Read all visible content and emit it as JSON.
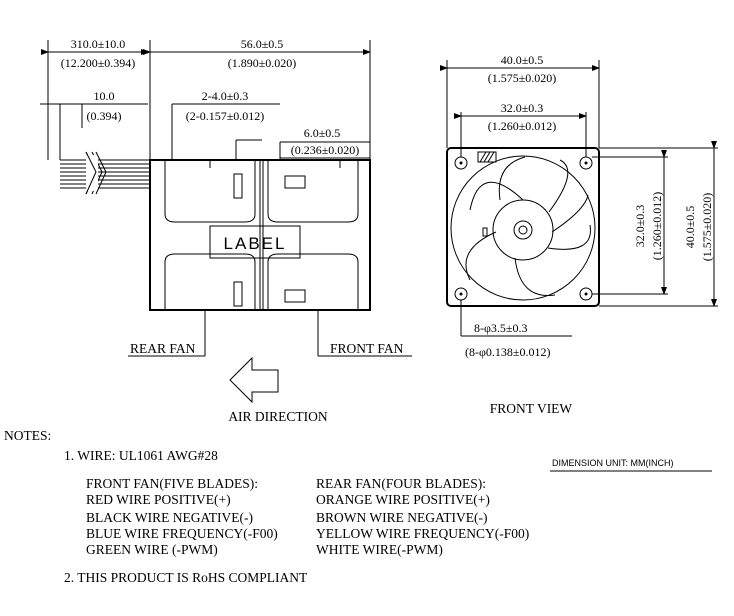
{
  "dims": {
    "wire_len": "310.0±10.0",
    "wire_len_in": "(12.200±0.394)",
    "body_len": "56.0±0.5",
    "body_len_in": "(1.890±0.020)",
    "strip": "10.0",
    "strip_in": "(0.394)",
    "holes": "2-4.0±0.3",
    "holes_in": "(2-0.157±0.012)",
    "offset": "6.0±0.5",
    "offset_in": "(0.236±0.020)",
    "width": "40.0±0.5",
    "width_in": "(1.575±0.020)",
    "pitch": "32.0±0.3",
    "pitch_in": "(1.260±0.012)",
    "v_pitch": "32.0±0.3",
    "v_pitch_in": "(1.260±0.012)",
    "v_width": "40.0±0.5",
    "v_width_in": "(1.575±0.020)",
    "mount": "8-φ3.5±0.3",
    "mount_in": "(8-φ0.138±0.012)"
  },
  "labels": {
    "label_box": "LABEL",
    "rear_fan": "REAR FAN",
    "front_fan": "FRONT FAN",
    "air_direction": "AIR DIRECTION",
    "front_view": "FRONT VIEW",
    "dimension_unit": "DIMENSION UNIT: MM(INCH)"
  },
  "notes": {
    "heading": "NOTES:",
    "n1": "1. WIRE: UL1061 AWG#28",
    "front_title": "FRONT FAN(FIVE BLADES):",
    "front_red": "RED WIRE POSITIVE(+)",
    "front_black": "BLACK WIRE NEGATIVE(-)",
    "front_blue": "BLUE WIRE FREQUENCY(-F00)",
    "front_green": "GREEN WIRE (-PWM)",
    "rear_title": "REAR FAN(FOUR BLADES):",
    "rear_orange": "ORANGE WIRE POSITIVE(+)",
    "rear_brown": "BROWN WIRE NEGATIVE(-)",
    "rear_yellow": "YELLOW WIRE FREQUENCY(-F00)",
    "rear_white": "WHITE WIRE(-PWM)",
    "n2": "2. THIS PRODUCT IS RoHS COMPLIANT"
  }
}
